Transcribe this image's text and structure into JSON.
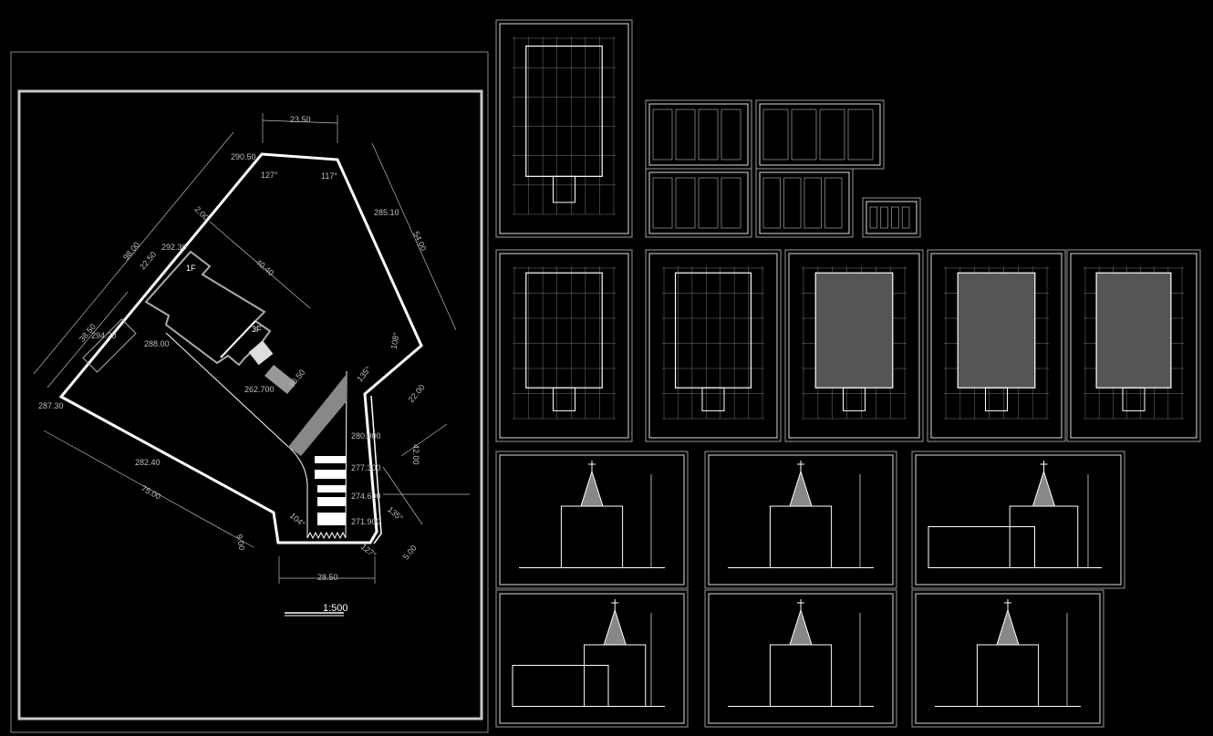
{
  "site_plan": {
    "scale": "1:500",
    "floors": [
      "1F",
      "3F"
    ],
    "dimensions": [
      "23.50",
      "290.50",
      "127°",
      "117°",
      "285.10",
      "54.00",
      "2.00",
      "98.00",
      "22.50",
      "292.30",
      "40.40",
      "38.50",
      "294.20",
      "288.00",
      "262.700",
      "16.50",
      "287.30",
      "282.40",
      "75.00",
      "108°",
      "135°",
      "22.00",
      "42.00",
      "280.000",
      "277.300",
      "274.600",
      "271.900",
      "104°",
      "135°",
      "9.00",
      "28.50",
      "127°",
      "5.00"
    ]
  },
  "colors": {
    "background": "#000000",
    "lines": "#ffffff",
    "frame": "#c8c8c8",
    "dim_text": "#bdbdbd"
  }
}
